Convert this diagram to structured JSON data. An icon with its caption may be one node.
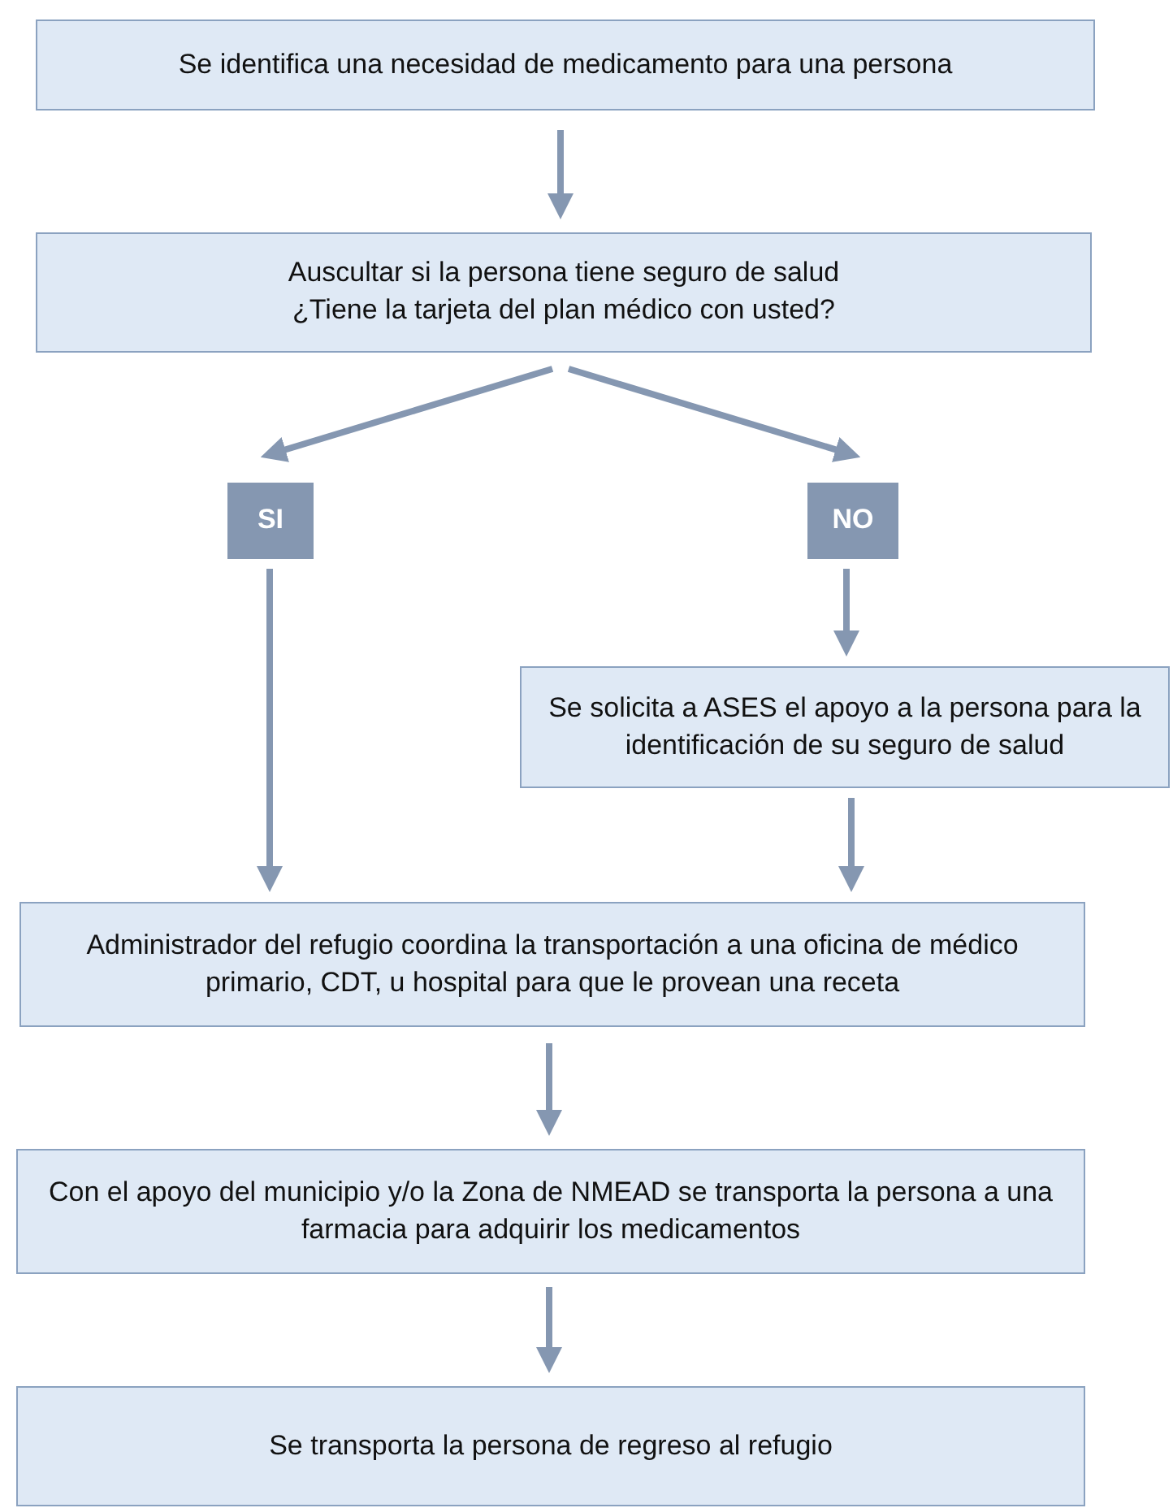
{
  "diagram": {
    "nodes": [
      {
        "text": [
          "Se identifica una necesidad de medicamento para una persona"
        ]
      },
      {
        "text": [
          "Auscultar si la persona tiene seguro de salud",
          "¿Tiene la tarjeta del plan médico con usted?"
        ]
      },
      {
        "text": [
          "SI"
        ]
      },
      {
        "text": [
          "NO"
        ]
      },
      {
        "text": [
          "Se solicita a ASES el apoyo a la persona para la identificación de su seguro de salud"
        ]
      },
      {
        "text": [
          "Administrador del refugio coordina la transportación a una oficina de médico primario, CDT, u hospital para que le provean una receta"
        ]
      },
      {
        "text": [
          "Con el apoyo del municipio  y/o la Zona de NMEAD se transporta la persona a una farmacia para adquirir los medicamentos"
        ]
      },
      {
        "text": [
          "Se transporta la persona de regreso al refugio"
        ]
      }
    ],
    "edges": [
      {
        "from": 0,
        "to": 1,
        "arrow": "to"
      },
      {
        "from": 1,
        "to": 2,
        "arrow": "to"
      },
      {
        "from": 1,
        "to": 3,
        "arrow": "to"
      },
      {
        "from": 3,
        "to": 4,
        "arrow": "to"
      },
      {
        "from": 2,
        "to": 5,
        "arrow": "to"
      },
      {
        "from": 4,
        "to": 5,
        "arrow": "to"
      },
      {
        "from": 5,
        "to": 6,
        "arrow": "to"
      },
      {
        "from": 6,
        "to": 7,
        "arrow": "to"
      }
    ]
  }
}
